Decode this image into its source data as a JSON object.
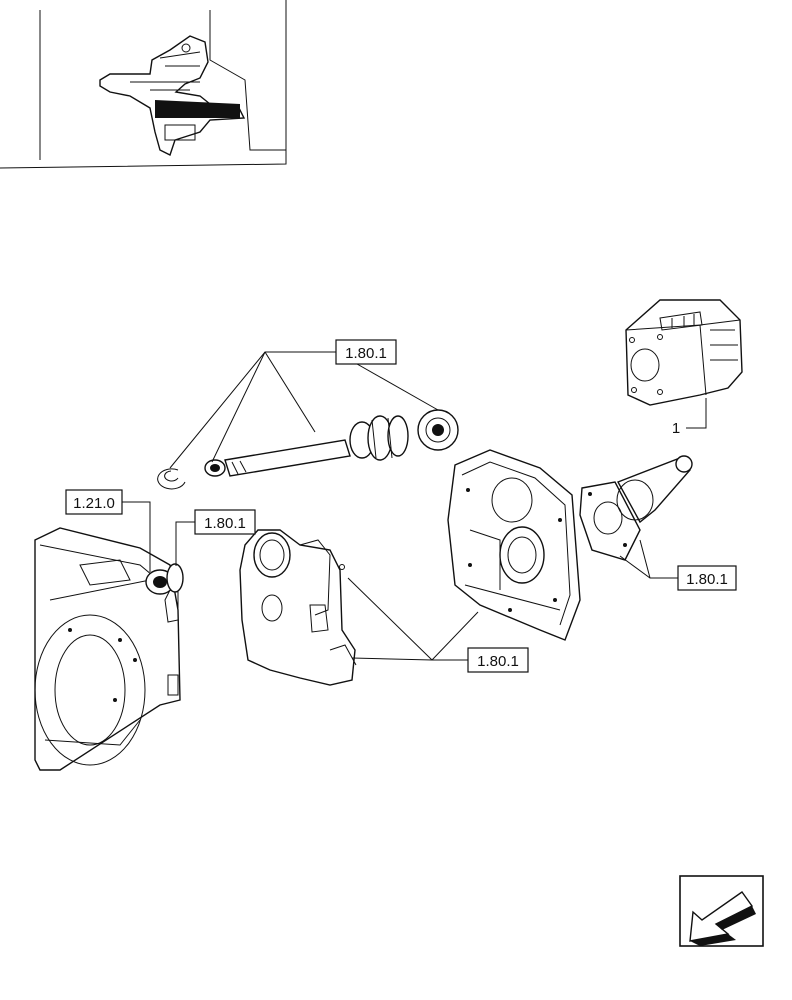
{
  "callouts": {
    "shaft_ref": "1.80.1",
    "housing_left_ref": "1.21.0",
    "cover_ref": "1.80.1",
    "pto_ref": "1.80.1",
    "case_ref": "1.80.1",
    "item_number": "1"
  },
  "icons": {
    "nav_arrow": "arrow-down-left-icon"
  }
}
